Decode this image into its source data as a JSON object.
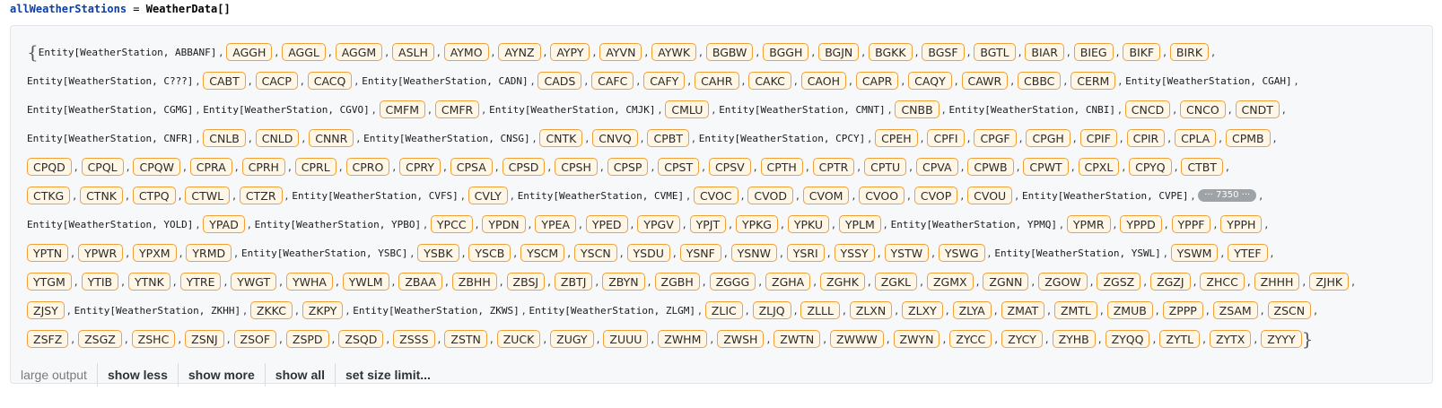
{
  "input": {
    "variable": "allWeatherStations",
    "equals": "=",
    "expression": "WeatherData[]"
  },
  "output": {
    "open_brace": "{",
    "close_brace": "}",
    "entity_prefix": "Entity[WeatherStation, ",
    "entity_suffix": "]",
    "skipped": "··· 7350 ···",
    "rows": [
      [
        "E:ABBANF",
        "AGGH",
        "AGGL",
        "AGGM",
        "ASLH",
        "AYMO",
        "AYNZ",
        "AYPY",
        "AYVN",
        "AYWK",
        "BGBW",
        "BGGH",
        "BGJN",
        "BGKK",
        "BGSF",
        "BGTL",
        "BIAR",
        "BIEG",
        "BIKF",
        "BIRK"
      ],
      [
        "E:C???",
        "CABT",
        "CACP",
        "CACQ",
        "E:CADN",
        "CADS",
        "CAFC",
        "CAFY",
        "CAHR",
        "CAKC",
        "CAOH",
        "CAPR",
        "CAQY",
        "CAWR",
        "CBBC",
        "CERM",
        "E:CGAH"
      ],
      [
        "E:CGMG",
        "E:CGVO",
        "CMFM",
        "CMFR",
        "E:CMJK",
        "CMLU",
        "E:CMNT",
        "CNBB",
        "E:CNBI",
        "CNCD",
        "CNCO",
        "CNDT"
      ],
      [
        "E:CNFR",
        "CNLB",
        "CNLD",
        "CNNR",
        "E:CNSG",
        "CNTK",
        "CNVQ",
        "CPBT",
        "E:CPCY",
        "CPEH",
        "CPFI",
        "CPGF",
        "CPGH",
        "CPIF",
        "CPIR",
        "CPLA",
        "CPMB"
      ],
      [
        "CPQD",
        "CPQL",
        "CPQW",
        "CPRA",
        "CPRH",
        "CPRL",
        "CPRO",
        "CPRY",
        "CPSA",
        "CPSD",
        "CPSH",
        "CPSP",
        "CPST",
        "CPSV",
        "CPTH",
        "CPTR",
        "CPTU",
        "CPVA",
        "CPWB",
        "CPWT",
        "CPXL",
        "CPYQ",
        "CTBT"
      ],
      [
        "CTKG",
        "CTNK",
        "CTPQ",
        "CTWL",
        "CTZR",
        "E:CVFS",
        "CVLY",
        "E:CVME",
        "CVOC",
        "CVOD",
        "CVOM",
        "CVOO",
        "CVOP",
        "CVOU",
        "E:CVPE",
        "SKIP"
      ],
      [
        "E:YOLD",
        "YPAD",
        "E:YPBO",
        "YPCC",
        "YPDN",
        "YPEA",
        "YPED",
        "YPGV",
        "YPJT",
        "YPKG",
        "YPKU",
        "YPLM",
        "E:YPMQ",
        "YPMR",
        "YPPD",
        "YPPF",
        "YPPH"
      ],
      [
        "YPTN",
        "YPWR",
        "YPXM",
        "YRMD",
        "E:YSBC",
        "YSBK",
        "YSCB",
        "YSCM",
        "YSCN",
        "YSDU",
        "YSNF",
        "YSNW",
        "YSRI",
        "YSSY",
        "YSTW",
        "YSWG",
        "E:YSWL",
        "YSWM",
        "YTEF"
      ],
      [
        "YTGM",
        "YTIB",
        "YTNK",
        "YTRE",
        "YWGT",
        "YWHA",
        "YWLM",
        "ZBAA",
        "ZBHH",
        "ZBSJ",
        "ZBTJ",
        "ZBYN",
        "ZGBH",
        "ZGGG",
        "ZGHA",
        "ZGHK",
        "ZGKL",
        "ZGMX",
        "ZGNN",
        "ZGOW",
        "ZGSZ",
        "ZGZJ",
        "ZHCC",
        "ZHHH",
        "ZJHK"
      ],
      [
        "ZJSY",
        "E:ZKHH",
        "ZKKC",
        "ZKPY",
        "E:ZKWS",
        "E:ZLGM",
        "ZLIC",
        "ZLJQ",
        "ZLLL",
        "ZLXN",
        "ZLXY",
        "ZLYA",
        "ZMAT",
        "ZMTL",
        "ZMUB",
        "ZPPP",
        "ZSAM",
        "ZSCN"
      ],
      [
        "ZSFZ",
        "ZSGZ",
        "ZSHC",
        "ZSNJ",
        "ZSOF",
        "ZSPD",
        "ZSQD",
        "ZSSS",
        "ZSTN",
        "ZUCK",
        "ZUGY",
        "ZUUU",
        "ZWHM",
        "ZWSH",
        "ZWTN",
        "ZWWW",
        "ZWYN",
        "ZYCC",
        "ZYCY",
        "ZYHB",
        "ZYQQ",
        "ZYTL",
        "ZYTX",
        "ZYYY"
      ]
    ]
  },
  "footer": {
    "label": "large output",
    "buttons": [
      "show less",
      "show more",
      "show all",
      "set size limit..."
    ]
  },
  "colors": {
    "chip_border": "#f0a037",
    "chip_bg": "#fff6e5",
    "variable": "#0a3ea6",
    "panel_bg": "#f6f8fa"
  }
}
